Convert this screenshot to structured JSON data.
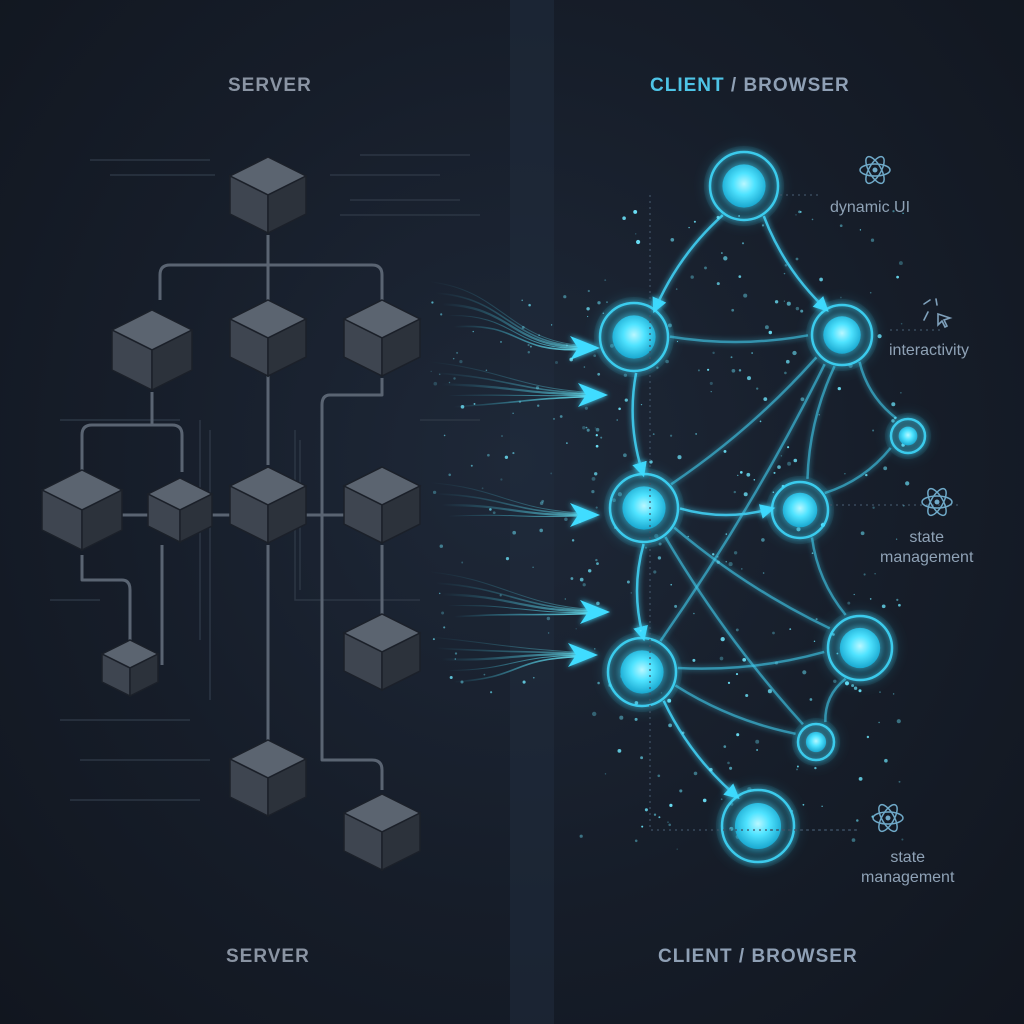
{
  "labels": {
    "server_top": "SERVER",
    "server_bottom": "SERVER",
    "client_top_accent": "CLIENT",
    "client_top_rest": " / BROWSER",
    "client_bottom": "CLIENT / BROWSER"
  },
  "annotations": {
    "dynamic_ui": "dynamic UI",
    "interactivity": "interactivity",
    "state_management_1_line1": "state",
    "state_management_1_line2": "management",
    "state_management_2_line1": "state",
    "state_management_2_line2": "management"
  },
  "colors": {
    "cube_top": "#5b6470",
    "cube_left": "#3e4550",
    "cube_right": "#2c323b",
    "server_line": "#5a6472",
    "glow": "#3fdcff",
    "node_core": "#4ee6ff",
    "divider": "#3aa6c8"
  },
  "icons": {
    "dynamic_ui": "react-atom-icon",
    "interactivity": "cursor-click-icon",
    "state_management_1": "react-atom-icon",
    "state_management_2": "react-atom-icon"
  }
}
